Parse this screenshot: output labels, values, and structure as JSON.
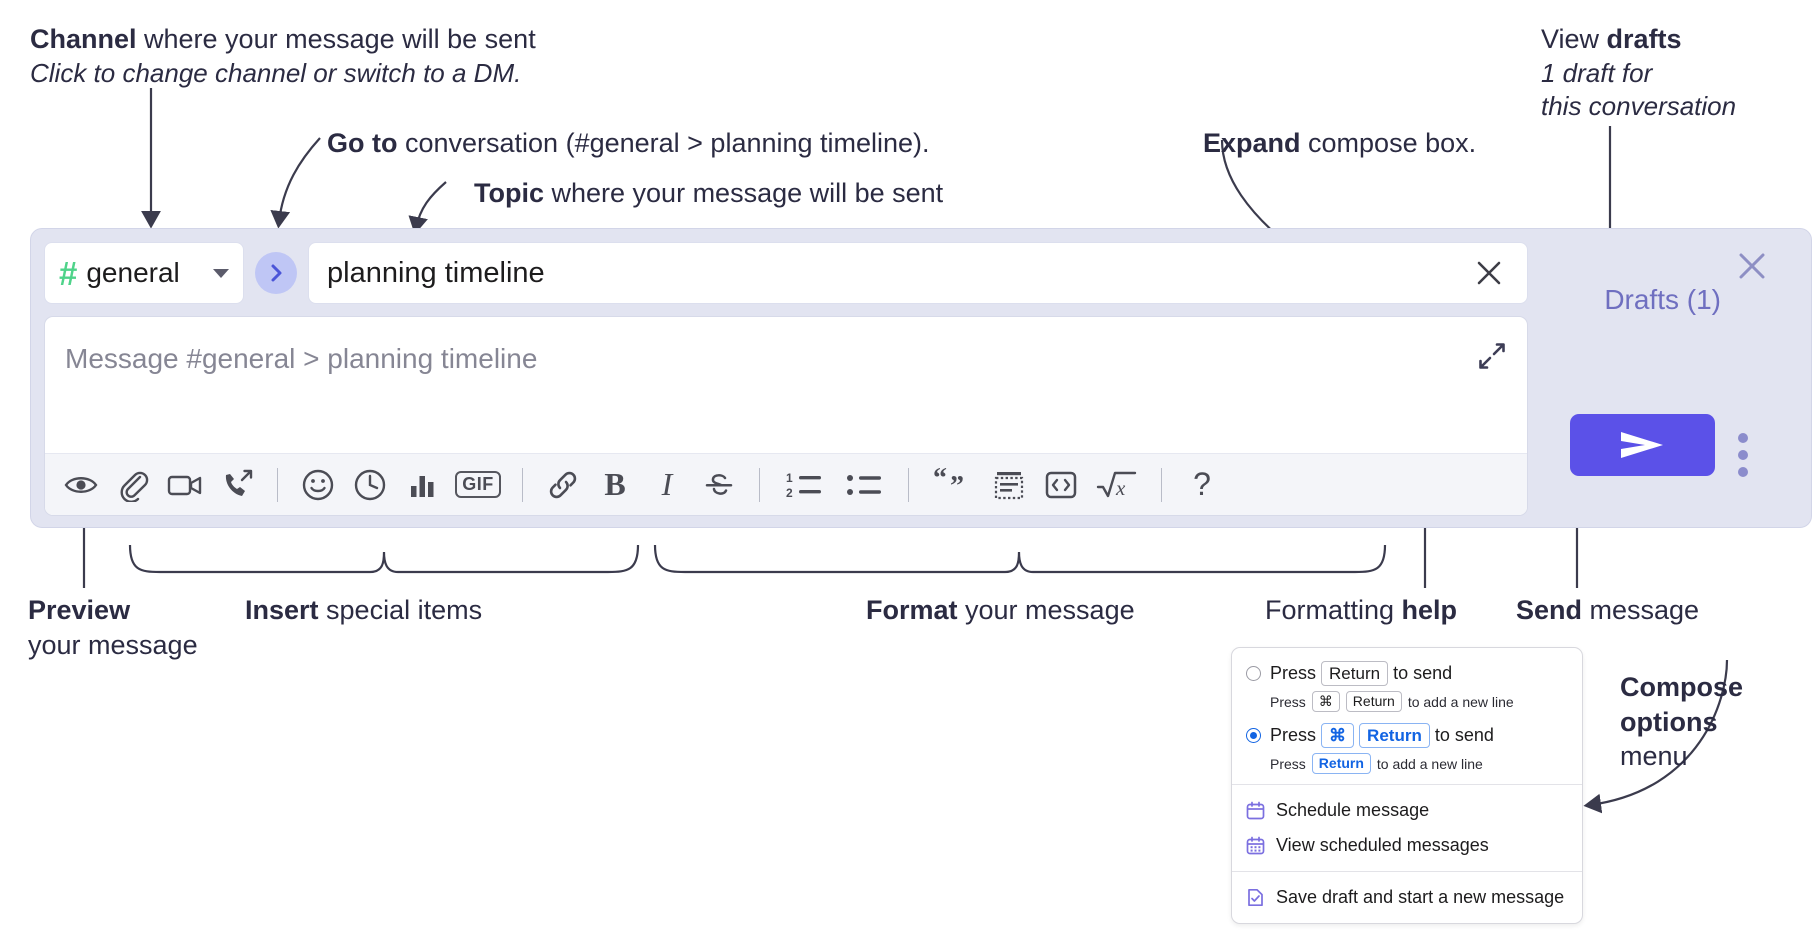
{
  "annotations": {
    "channel": {
      "bold": "Channel",
      "rest": " where your message will be sent",
      "sub": "Click to change channel or switch to a DM."
    },
    "goto": {
      "bold": "Go to",
      "rest": " conversation (#general > planning timeline)."
    },
    "topic": {
      "bold": "Topic",
      "rest": " where your message will be sent"
    },
    "expand": {
      "bold": "Expand",
      "rest": " compose box."
    },
    "drafts": {
      "pre": "View ",
      "bold": "drafts",
      "sub1": "1 draft for",
      "sub2": "this conversation"
    },
    "preview": {
      "bold": "Preview",
      "line2": "your message"
    },
    "insert": {
      "bold": "Insert",
      "rest": " special items"
    },
    "format": {
      "bold": "Format",
      "rest": " your message"
    },
    "help": {
      "pre": "Formatting ",
      "bold": "help"
    },
    "send": {
      "bold": "Send",
      "rest": " message"
    },
    "compose_options": {
      "bold1": "Compose",
      "bold2": "options",
      "rest": "menu"
    }
  },
  "compose": {
    "channel": {
      "hash_icon": "hash-icon",
      "name": "general",
      "chevron_icon": "chevron-down-icon"
    },
    "goto_button": {
      "icon": "chevron-right-icon"
    },
    "topic": {
      "value": "planning timeline",
      "clear_icon": "close-icon"
    },
    "message": {
      "placeholder": "Message #general > planning timeline",
      "expand_icon": "expand-icon"
    },
    "toolbar": [
      {
        "name": "preview-icon",
        "label": "Preview"
      },
      {
        "name": "attachment-icon",
        "label": "Attach file"
      },
      {
        "name": "video-icon",
        "label": "Record video clip"
      },
      {
        "name": "huddle-icon",
        "label": "Record audio clip"
      },
      {
        "name": "divider",
        "label": ""
      },
      {
        "name": "emoji-icon",
        "label": "Emoji"
      },
      {
        "name": "clock-icon",
        "label": "Reminder"
      },
      {
        "name": "poll-icon",
        "label": "Poll"
      },
      {
        "name": "gif-icon",
        "label": "GIF"
      },
      {
        "name": "divider",
        "label": ""
      },
      {
        "name": "link-icon",
        "label": "Link"
      },
      {
        "name": "bold-icon",
        "label": "B"
      },
      {
        "name": "italic-icon",
        "label": "I"
      },
      {
        "name": "strikethrough-icon",
        "label": "Strikethrough"
      },
      {
        "name": "divider",
        "label": ""
      },
      {
        "name": "ordered-list-icon",
        "label": "Ordered list"
      },
      {
        "name": "bulleted-list-icon",
        "label": "Bulleted list"
      },
      {
        "name": "divider",
        "label": ""
      },
      {
        "name": "blockquote-icon",
        "label": "Blockquote"
      },
      {
        "name": "code-block-icon",
        "label": "Code block"
      },
      {
        "name": "inline-code-icon",
        "label": "Code"
      },
      {
        "name": "math-icon",
        "label": "Math"
      },
      {
        "name": "divider",
        "label": ""
      },
      {
        "name": "help-icon",
        "label": "?"
      }
    ],
    "send_button": {
      "icon": "send-icon"
    },
    "compose_options_button": {
      "icon": "kebab-menu-icon"
    },
    "drafts_link": "Drafts (1)",
    "close_button": {
      "icon": "close-icon"
    },
    "accent_send": "#5b51e8",
    "accent_hash": "#4fd38a",
    "panel_bg": "#e2e4f1"
  },
  "menu": {
    "option1": {
      "selected": false,
      "pre": "Press",
      "key": "Return",
      "post": "to send",
      "sub_pre": "Press",
      "sub_key1": "⌘",
      "sub_key2": "Return",
      "sub_post": "to add a new line"
    },
    "option2": {
      "selected": true,
      "pre": "Press",
      "key1": "⌘",
      "key2": "Return",
      "post": "to send",
      "sub_pre": "Press",
      "sub_key": "Return",
      "sub_post": "to add a new line"
    },
    "items": [
      {
        "icon": "calendar-icon",
        "label": "Schedule message"
      },
      {
        "icon": "calendar-grid-icon",
        "label": "View scheduled messages"
      },
      {
        "icon": "save-draft-icon",
        "label": "Save draft and start a new message"
      }
    ],
    "icon_color": "#7b6fe0",
    "selected_color": "#1264e3"
  }
}
